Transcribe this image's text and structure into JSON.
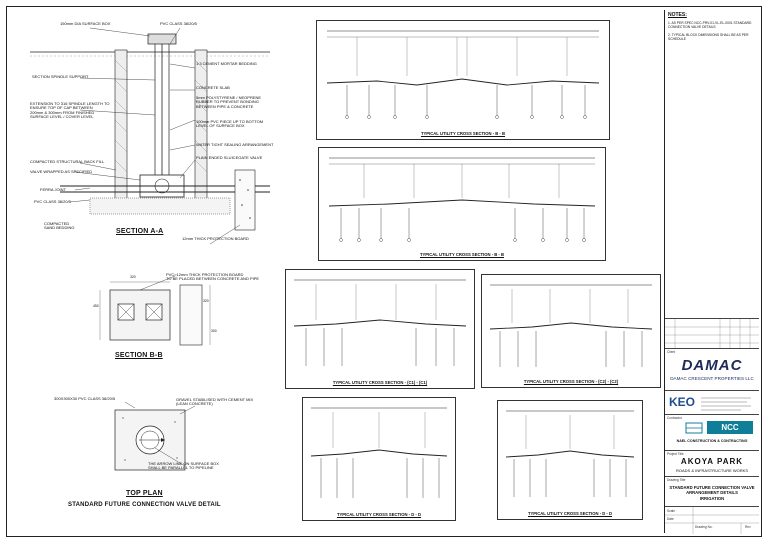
{
  "notes": {
    "heading": "NOTES:",
    "items": [
      "1. AS PER SPEC NCC-PRV-01-VL-EL-0001 STANDARD CONNECTION VALVE DETAILS",
      "2. TYPICAL BLOCK DIMENSIONS SHALL BE AS PER SCHEDULE"
    ]
  },
  "section_aa": {
    "title": "SECTION A-A",
    "callouts": {
      "surface_box": "150mm DIA SURFACE BOX",
      "pvc_class": "PVC CLASS 38/20/5",
      "mortar": "1:3 CEMENT MORTAR BEDDING",
      "spindle": "SECTION SPINDLE SUPPORT",
      "slab": "CONCRETE SLAB",
      "polystyrene": "5mm POLYSTYRENE / NEOPRENE\nRUBBER TO PREVENT BONDING\nBETWEEN PIPE & CONCRETE",
      "extension": "EXTENSION TO 316 SPINDLE LENGTH TO\nENSURE TOP OF CAP BETWEEN\n200mm & 300mm FROM FINISHED\nSURFACE LEVEL / COVER LEVEL",
      "pvc_pipe": "100mm PVC PIECE UP TO BOTTOM\nLEVEL OF SURFACE BOX",
      "water_tight": "WATER TIGHT SEALING ARRANGEMENT",
      "backfill": "COMPACTED STRUCTURAL BACK FILL",
      "valve_wrapped": "VALVE WRAPPED AS SPECIFIED",
      "plain_ended": "PLAIN ENDED SLUICEGATE VALVE",
      "ferra": "FERRA JOINT",
      "pvc2": "PVC CLASS 38/20/5",
      "sand": "COMPACTED\nSAND BEDDING",
      "protection": "12mm THICK PROTECTION BOARD"
    }
  },
  "section_bb": {
    "title": "SECTION B-B",
    "callout": "PVC=12mm THICK PROTECTION BOARD\nTO BE PLACED BETWEEN CONCRETE AND PIPE",
    "dims": [
      "320",
      "450",
      "320",
      "300"
    ]
  },
  "top_plan": {
    "title": "TOP PLAN",
    "subtitle": "STANDARD FUTURE CONNECTION VALVE DETAIL",
    "callouts": {
      "pvc": "300X300X30 PVC CLASS 38/20/5",
      "gravel": "GRAVEL STABILISED WITH CEMENT MIX\n(LEAN CONCRETE)",
      "arrow": "THE ARROW LINE ON SURFACE BOX\nSHALL BE PARALLEL TO PIPELINE"
    }
  },
  "cross_sections": [
    {
      "caption": "TYPICAL UTILITY CROSS SECTION - B - B"
    },
    {
      "caption": "TYPICAL UTILITY CROSS SECTION - B - B"
    },
    {
      "caption": "TYPICAL UTILITY CROSS SECTION - (C1) - (C1)"
    },
    {
      "caption": "TYPICAL UTILITY CROSS SECTION - (C2) - (C2)"
    },
    {
      "caption": "TYPICAL UTILITY CROSS SECTION - D - D"
    },
    {
      "caption": "TYPICAL UTILITY CROSS SECTION - D - D"
    }
  ],
  "title_block": {
    "client_label": "Client",
    "client_logo": "DAMAC",
    "client_name": "DAMAC CRESCENT PROPERTIES LLC",
    "consultant_logo": "KEO",
    "contractor_label": "Contractor",
    "contractor_logo": "NCC",
    "contractor_name": "NAEL CONSTRUCTION & CONTRACTING",
    "project_label": "Project Title",
    "project_name": "AKOYA PARK",
    "project_sub": "ROADS & INFRASTRUCTURE WORKS",
    "drawing_label": "Drawing Title",
    "drawing_title": "STANDARD FUTURE CONNECTION VALVE\nARRANGEMENT DETAILS\nIRRIGATION",
    "scale_label": "Scale",
    "date_label": "Date",
    "drawing_no_label": "Drawing No.",
    "rev_label": "Rev"
  },
  "colors": {
    "damac_blue": "#1d2a5a",
    "keo_blue": "#1f4e8c",
    "ncc_teal": "#0f7f99",
    "line": "#222222"
  }
}
